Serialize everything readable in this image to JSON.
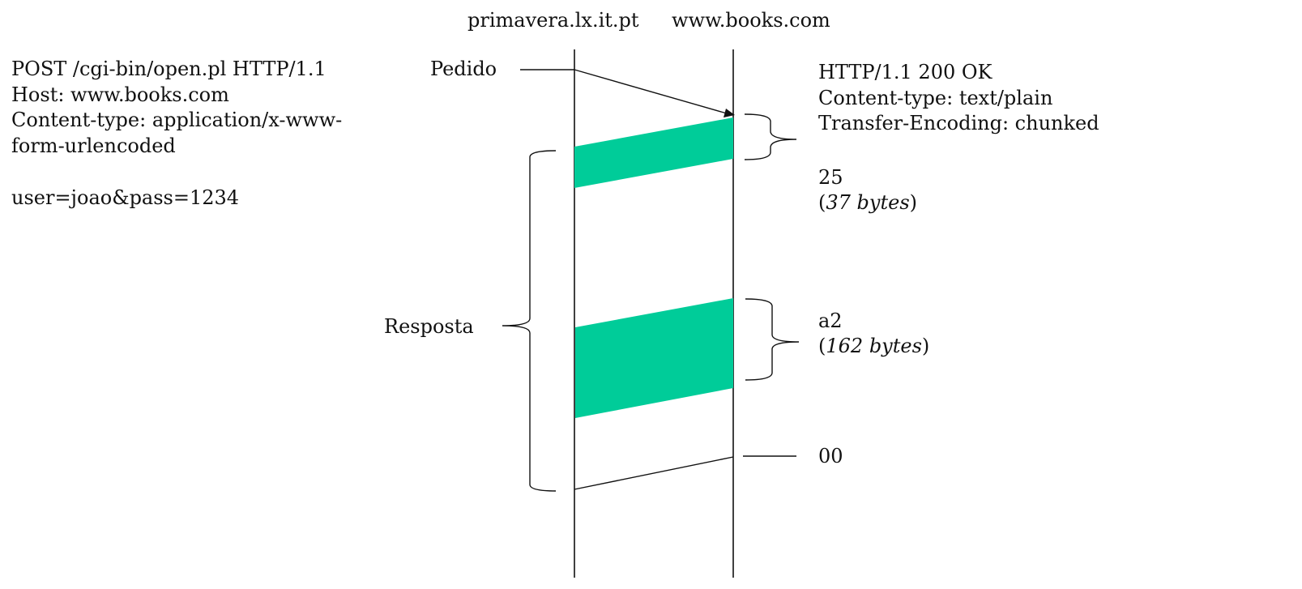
{
  "hosts": {
    "client": "primavera.lx.it.pt",
    "server": "www.books.com"
  },
  "request": {
    "lines": [
      "POST /cgi-bin/open.pl HTTP/1.1",
      "Host: www.books.com",
      "Content-type: application/x-www-",
      "form-urlencoded"
    ],
    "body": "user=joao&pass=1234"
  },
  "labels": {
    "request": "Pedido",
    "response": "Resposta"
  },
  "response": {
    "header_lines": [
      "HTTP/1.1 200 OK",
      "Content-type: text/plain",
      "Transfer-Encoding: chunked"
    ],
    "chunks": [
      {
        "size_hex": "25",
        "size_bytes": "37 bytes"
      },
      {
        "size_hex": "a2",
        "size_bytes": "162 bytes"
      },
      {
        "size_hex": "00"
      }
    ]
  },
  "colors": {
    "chunk_fill": "#00cc99",
    "line": "#111111"
  }
}
